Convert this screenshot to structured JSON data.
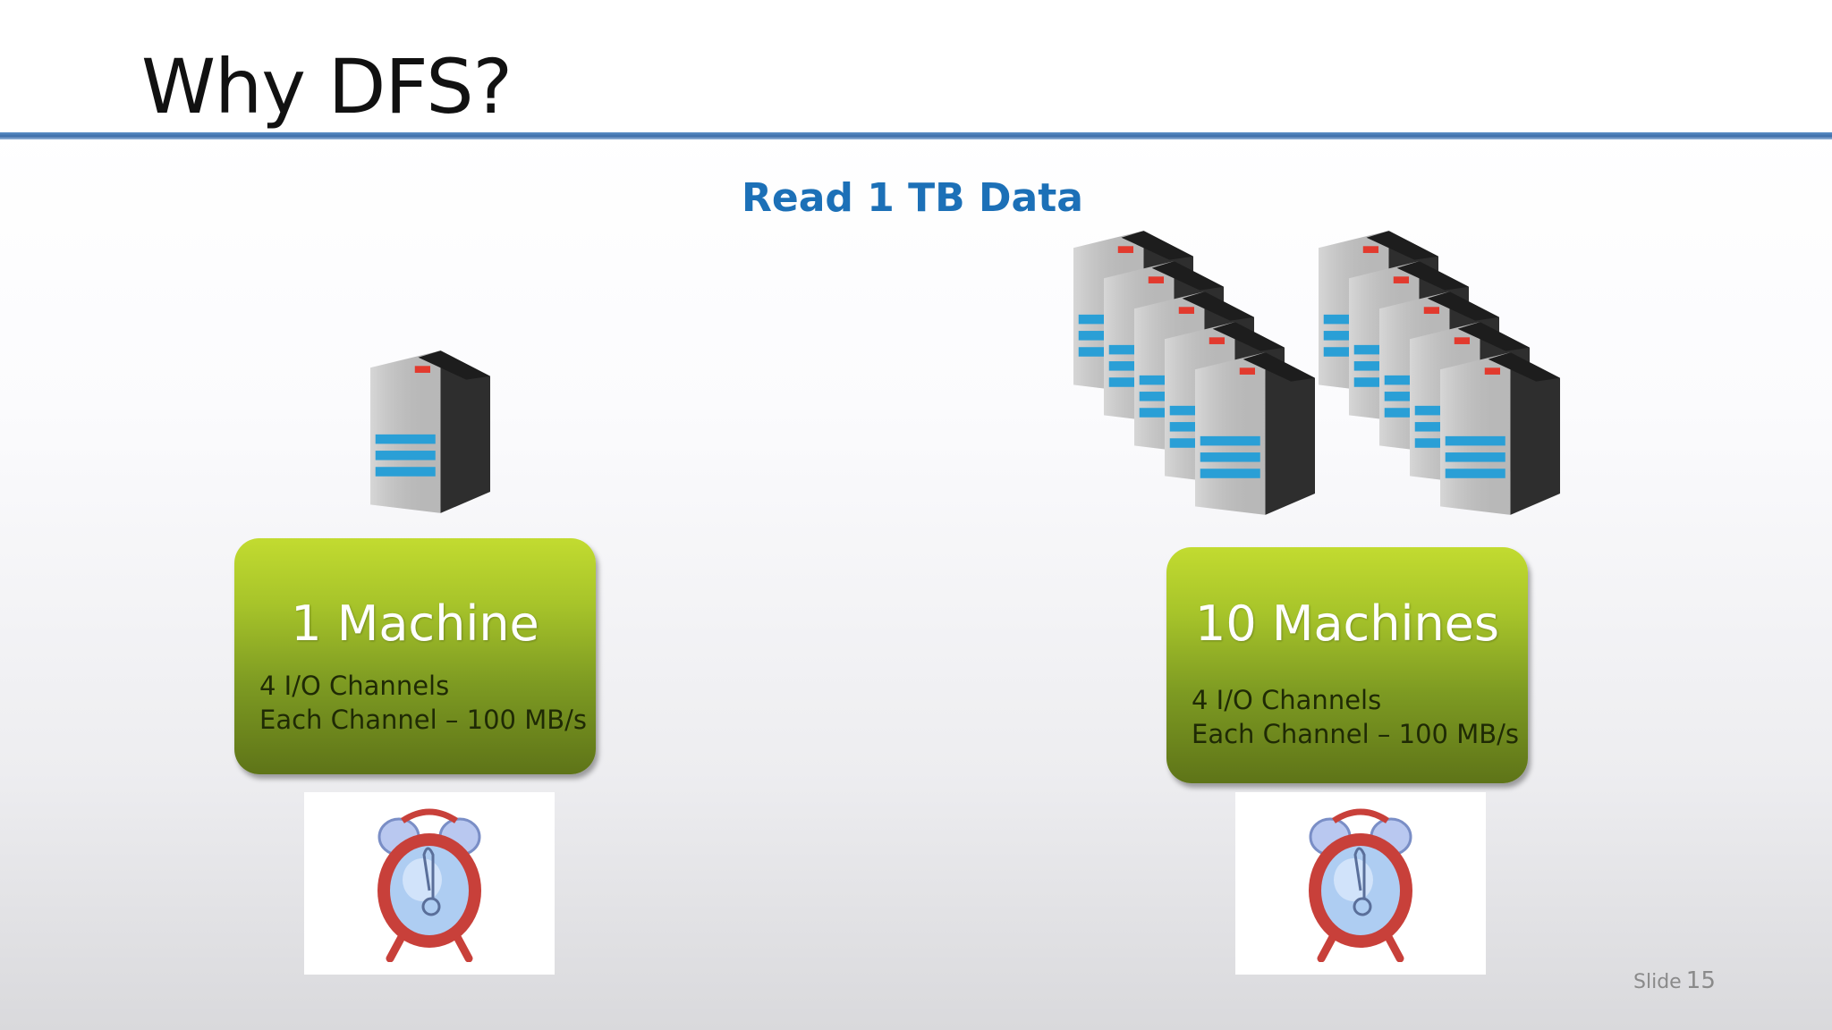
{
  "slide": {
    "title": "Why DFS?",
    "subtitle": "Read 1 TB Data",
    "slide_label": "Slide",
    "slide_number": "15"
  },
  "left_panel": {
    "title": "1 Machine",
    "line1": "4 I/O Channels",
    "line2": "Each Channel – 100 MB/s",
    "server_count": 1,
    "icons": [
      "server-icon",
      "alarm-clock-icon"
    ]
  },
  "right_panel": {
    "title": "10 Machines",
    "line1": "4 I/O Channels",
    "line2": "Each Channel – 100 MB/s",
    "server_count": 10,
    "icons": [
      "server-icon",
      "alarm-clock-icon"
    ]
  },
  "colors": {
    "title_rule": "#3d6ea8",
    "subtitle": "#1c70b7",
    "box_top": "#c2db30",
    "box_bottom": "#5e7418",
    "server_body": "#c9c9c9",
    "server_side": "#2e2e2e",
    "server_stripe": "#2a9fd6",
    "server_led": "#e23a2e",
    "clock_ring": "#c8403a",
    "clock_face": "#aecdf2"
  }
}
